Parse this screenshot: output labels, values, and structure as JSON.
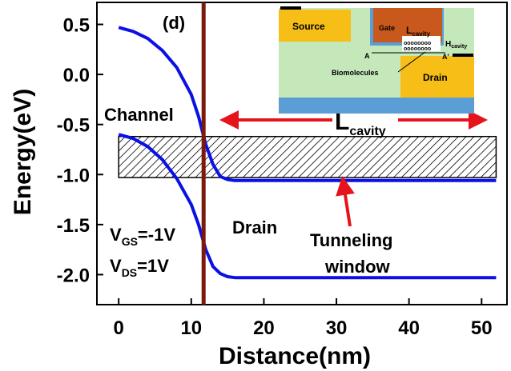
{
  "chart_data": {
    "type": "line",
    "panel_label": "(d)",
    "xlabel": "Distance(nm)",
    "ylabel": "Energy(eV)",
    "xlim": [
      -3,
      53.5
    ],
    "ylim": [
      -2.3,
      0.72
    ],
    "x_ticks": [
      0,
      10,
      20,
      30,
      40,
      50
    ],
    "y_ticks": [
      0.5,
      0.0,
      -0.5,
      -1.0,
      -1.5,
      -2.0
    ],
    "y_tick_labels": [
      "0.5",
      "0.0",
      "-0.5",
      "-1.0",
      "-1.5",
      "-2.0"
    ],
    "series": [
      {
        "color": "#0a10e6",
        "points": [
          [
            0,
            0.47
          ],
          [
            2,
            0.43
          ],
          [
            4,
            0.36
          ],
          [
            6,
            0.24
          ],
          [
            8,
            0.07
          ],
          [
            10,
            -0.2
          ],
          [
            11,
            -0.42
          ],
          [
            12,
            -0.7
          ],
          [
            13,
            -0.9
          ],
          [
            14,
            -1.02
          ],
          [
            15,
            -1.05
          ],
          [
            16,
            -1.06
          ],
          [
            20,
            -1.06
          ],
          [
            30,
            -1.06
          ],
          [
            40,
            -1.06
          ],
          [
            52,
            -1.06
          ]
        ]
      },
      {
        "color": "#0a10e6",
        "points": [
          [
            0,
            -0.6
          ],
          [
            2,
            -0.64
          ],
          [
            4,
            -0.72
          ],
          [
            6,
            -0.85
          ],
          [
            8,
            -1.04
          ],
          [
            10,
            -1.3
          ],
          [
            11,
            -1.5
          ],
          [
            12,
            -1.75
          ],
          [
            13,
            -1.92
          ],
          [
            14,
            -1.99
          ],
          [
            15,
            -2.02
          ],
          [
            16,
            -2.03
          ],
          [
            20,
            -2.03
          ],
          [
            30,
            -2.03
          ],
          [
            40,
            -2.03
          ],
          [
            52,
            -2.03
          ]
        ]
      }
    ],
    "vertical_line": {
      "x": 11.7,
      "color": "#7a1a0c"
    },
    "hatched_window": {
      "x0": 0,
      "x1": 52,
      "y0": -1.03,
      "y1": -0.62
    },
    "annotations": {
      "channel": "Channel",
      "drain": "Drain",
      "vgs_main": "V",
      "vgs_sub": "GS",
      "vgs_val": "=-1V",
      "vds_main": "V",
      "vds_sub": "DS",
      "vds_val": "=1V",
      "tunneling_line1": "Tunneling",
      "tunneling_line2": "window",
      "lcavity_main": "L",
      "lcavity_sub": "cavity"
    },
    "arrow_color": "#e5141c",
    "inset": {
      "source": "Source",
      "gate": "Gate",
      "l_main": "L",
      "l_sub": "cavity",
      "h_main": "H",
      "h_sub": "cavity",
      "a_left": "A",
      "a_right": "A'",
      "biomolecules": "Biomolecules",
      "drain": "Drain",
      "colors": {
        "background": "#c5e8bb",
        "source": "#f6be16",
        "drain": "#f6be16",
        "gate": "#c8581c",
        "oxide": "#5b9ed6",
        "substrate": "#5b9ed6"
      }
    }
  }
}
